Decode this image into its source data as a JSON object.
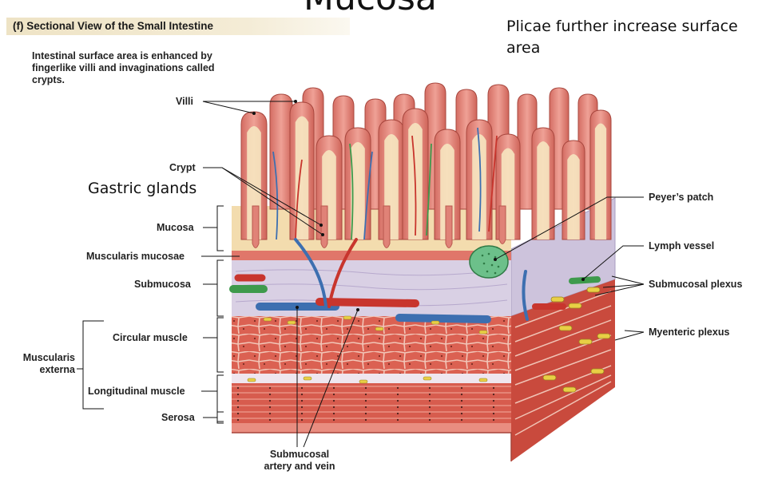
{
  "slide": {
    "title": "Mucosa",
    "note_right": "Plicae further increase surface area",
    "note_left": "Gastric glands"
  },
  "figure": {
    "header": "(f) Sectional View of the Small Intestine",
    "caption": "Intestinal surface area is enhanced by fingerlike villi and invaginations called crypts."
  },
  "labels": {
    "villi": "Villi",
    "crypt": "Crypt",
    "mucosa": "Mucosa",
    "muscularis_mucosae": "Muscularis mucosae",
    "submucosa": "Submucosa",
    "circular_muscle": "Circular muscle",
    "muscularis_externa_1": "Muscularis",
    "muscularis_externa_2": "externa",
    "longitudinal_muscle": "Longitudinal muscle",
    "serosa": "Serosa",
    "submucosal_vessels_1": "Submucosal",
    "submucosal_vessels_2": "artery and vein",
    "peyers_patch": "Peyer’s patch",
    "lymph_vessel": "Lymph vessel",
    "submucosal_plexus": "Submucosal plexus",
    "myenteric_plexus": "Myenteric plexus"
  },
  "colors": {
    "villus": "#e2847a",
    "villus_core": "#f6e6c0",
    "mucosa": "#f3dcae",
    "submucosa": "#d9d0e4",
    "muscle": "#d9584a",
    "artery": "#c8352d",
    "vein": "#3d6fb0",
    "lymph": "#3e9a4c",
    "nerve": "#e8cf45"
  }
}
